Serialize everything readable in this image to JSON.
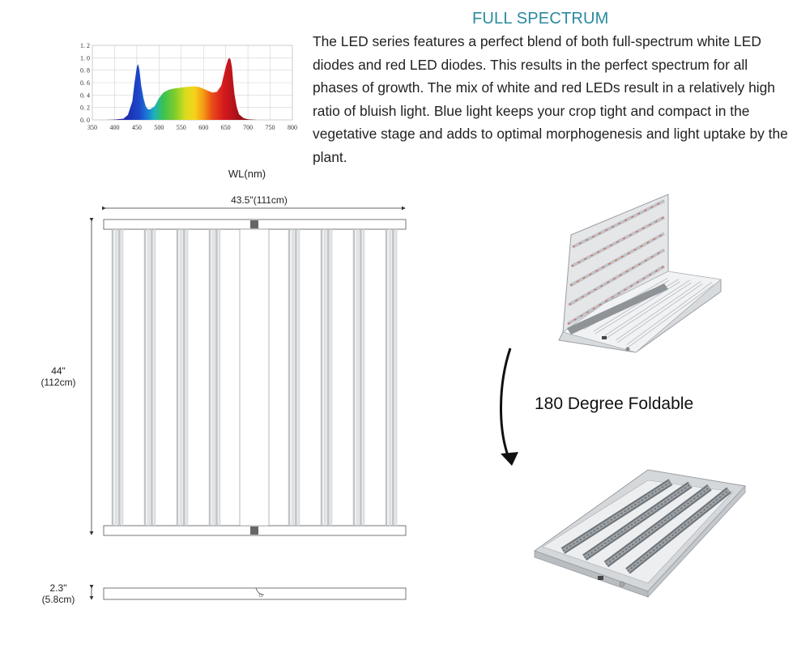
{
  "spec": {
    "title": "FULL SPECTRUM",
    "description": "The LED series features a perfect blend of both full-spectrum white LED diodes and red LED diodes. This results in the perfect spectrum for all phases of growth. The mix of white and red LEDs result in a relatively high ratio of bluish light. Blue light keeps your crop tight and compact in the vegetative stage and adds to optimal morphogenesis and light uptake by the plant."
  },
  "chart_data": {
    "type": "area",
    "title": "",
    "xlabel": "WL(nm)",
    "ylabel": "",
    "xlim": [
      350,
      800
    ],
    "ylim": [
      0,
      1.2
    ],
    "x_ticks": [
      "350",
      "400",
      "450",
      "500",
      "550",
      "600",
      "650",
      "700",
      "750",
      "800"
    ],
    "y_ticks": [
      "0. 0",
      "0. 2",
      "0. 4",
      "0. 6",
      "0. 8",
      "1. 0",
      "1. 2"
    ],
    "grid": true,
    "x": [
      380,
      400,
      420,
      430,
      440,
      445,
      450,
      453,
      456,
      460,
      465,
      470,
      475,
      480,
      490,
      500,
      510,
      520,
      530,
      540,
      550,
      560,
      570,
      580,
      590,
      600,
      610,
      620,
      630,
      640,
      645,
      650,
      655,
      658,
      661,
      664,
      667,
      670,
      675,
      680,
      690,
      700,
      720
    ],
    "y": [
      0.0,
      0.005,
      0.02,
      0.08,
      0.3,
      0.6,
      0.85,
      0.9,
      0.8,
      0.55,
      0.35,
      0.22,
      0.17,
      0.17,
      0.22,
      0.35,
      0.44,
      0.48,
      0.5,
      0.51,
      0.52,
      0.53,
      0.535,
      0.54,
      0.53,
      0.5,
      0.47,
      0.44,
      0.45,
      0.55,
      0.7,
      0.85,
      0.97,
      1.0,
      0.97,
      0.85,
      0.6,
      0.4,
      0.2,
      0.09,
      0.03,
      0.01,
      0.0
    ]
  },
  "dimensions": {
    "width": "43.5\"(111cm)",
    "height_in": "44\"",
    "height_cm": "(112cm)",
    "thickness_in": "2.3\"",
    "thickness_cm": "(5.8cm)"
  },
  "fold": {
    "label": "180 Degree Foldable"
  },
  "colors": {
    "title": "#2a8aa0",
    "bar": "#c6c9cc",
    "frame": "#d7dadd",
    "led_red": "#d65a4a"
  }
}
